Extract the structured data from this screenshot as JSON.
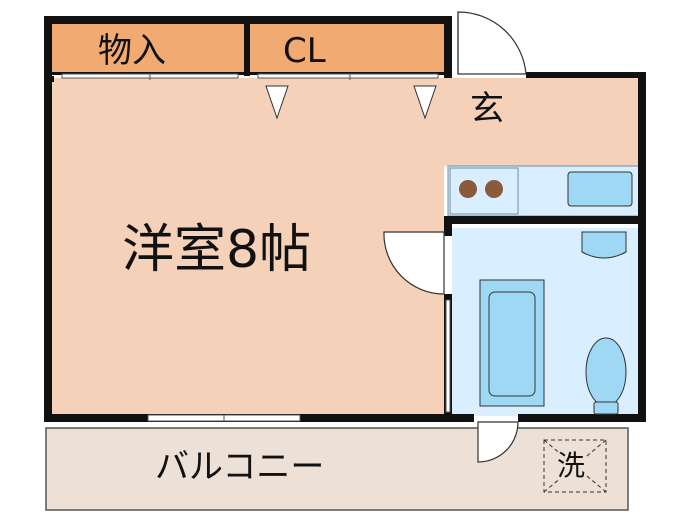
{
  "rooms": {
    "western_room": "洋室8帖",
    "storage": "物入",
    "closet": "CL",
    "entrance": "玄",
    "balcony": "バルコニー",
    "washer": "洗"
  },
  "colors": {
    "room_fill": "#f4d1b8",
    "storage_fill": "#f2aa73",
    "wet_area_fill": "#d9efff",
    "fixture_fill": "#9fd8f4",
    "stove_burner": "#8a5a3a",
    "balcony_fill": "#ede0d6",
    "wall": "#111111"
  }
}
